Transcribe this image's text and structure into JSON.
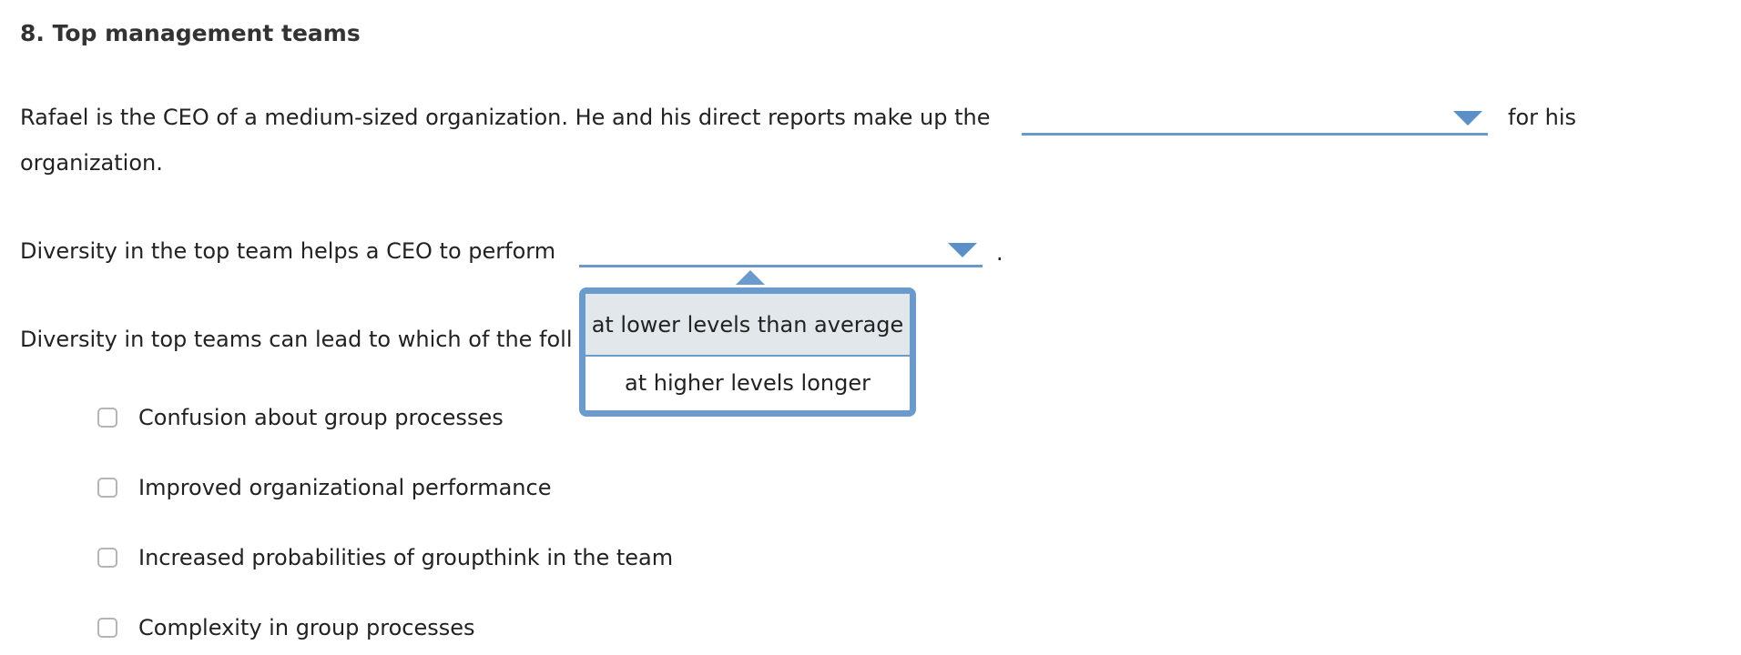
{
  "question": {
    "title": "8. Top management teams",
    "part1": {
      "before": "Rafael is the CEO of a medium-sized organization. He and his direct reports make up the",
      "after": "for his",
      "line2": "organization.",
      "dropdown_value": ""
    },
    "part2": {
      "before": "Diversity in the top team helps a CEO to perform",
      "after": ".",
      "dropdown_value": "",
      "options": [
        "at lower levels than average",
        "at higher levels longer"
      ]
    },
    "part3": {
      "prompt": "Diversity in top teams can lead to which of the foll",
      "choices": [
        "Confusion about group processes",
        "Improved organizational performance",
        "Increased probabilities of groupthink in the team",
        "Complexity in group processes"
      ]
    }
  },
  "colors": {
    "accent": "#6b9bcc",
    "highlight": "#e1e7ea",
    "text": "#222222"
  }
}
